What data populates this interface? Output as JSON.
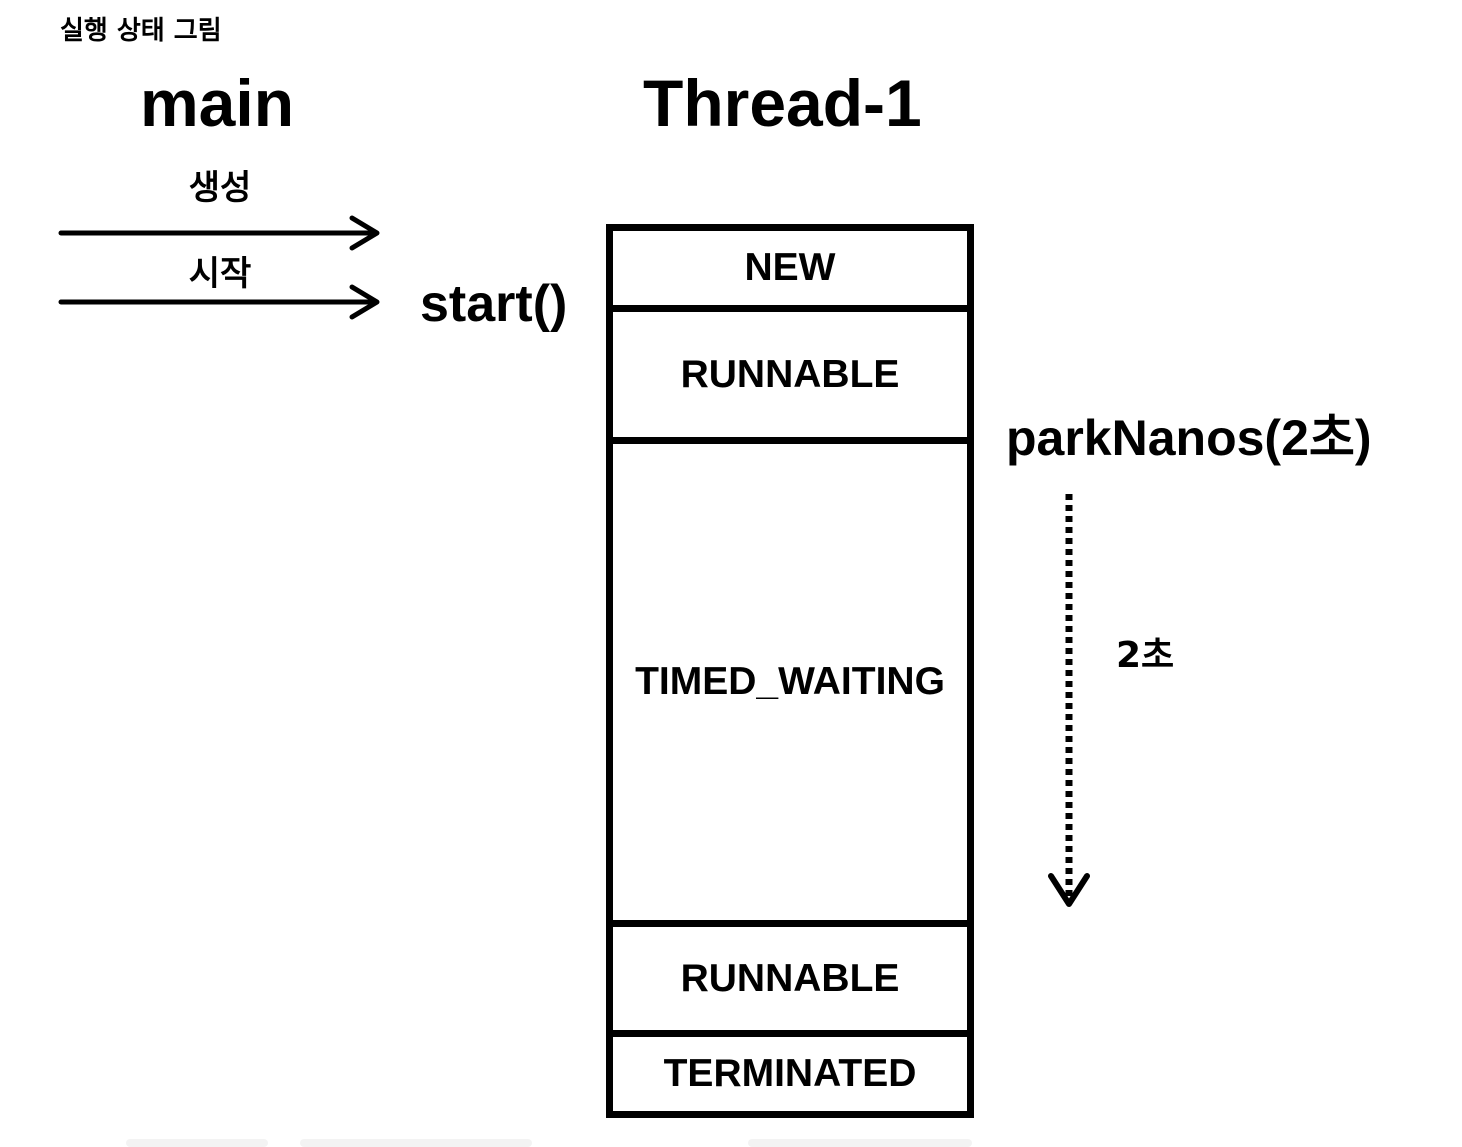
{
  "section_title": "실행 상태 그림",
  "lanes": {
    "main": "main",
    "thread": "Thread-1"
  },
  "arrows": {
    "create_label": "생성",
    "start_label": "시작"
  },
  "calls": {
    "start": "start()",
    "park": "parkNanos(2초)"
  },
  "duration_label": "2초",
  "states": [
    "NEW",
    "RUNNABLE",
    "TIMED_WAITING",
    "RUNNABLE",
    "TERMINATED"
  ]
}
